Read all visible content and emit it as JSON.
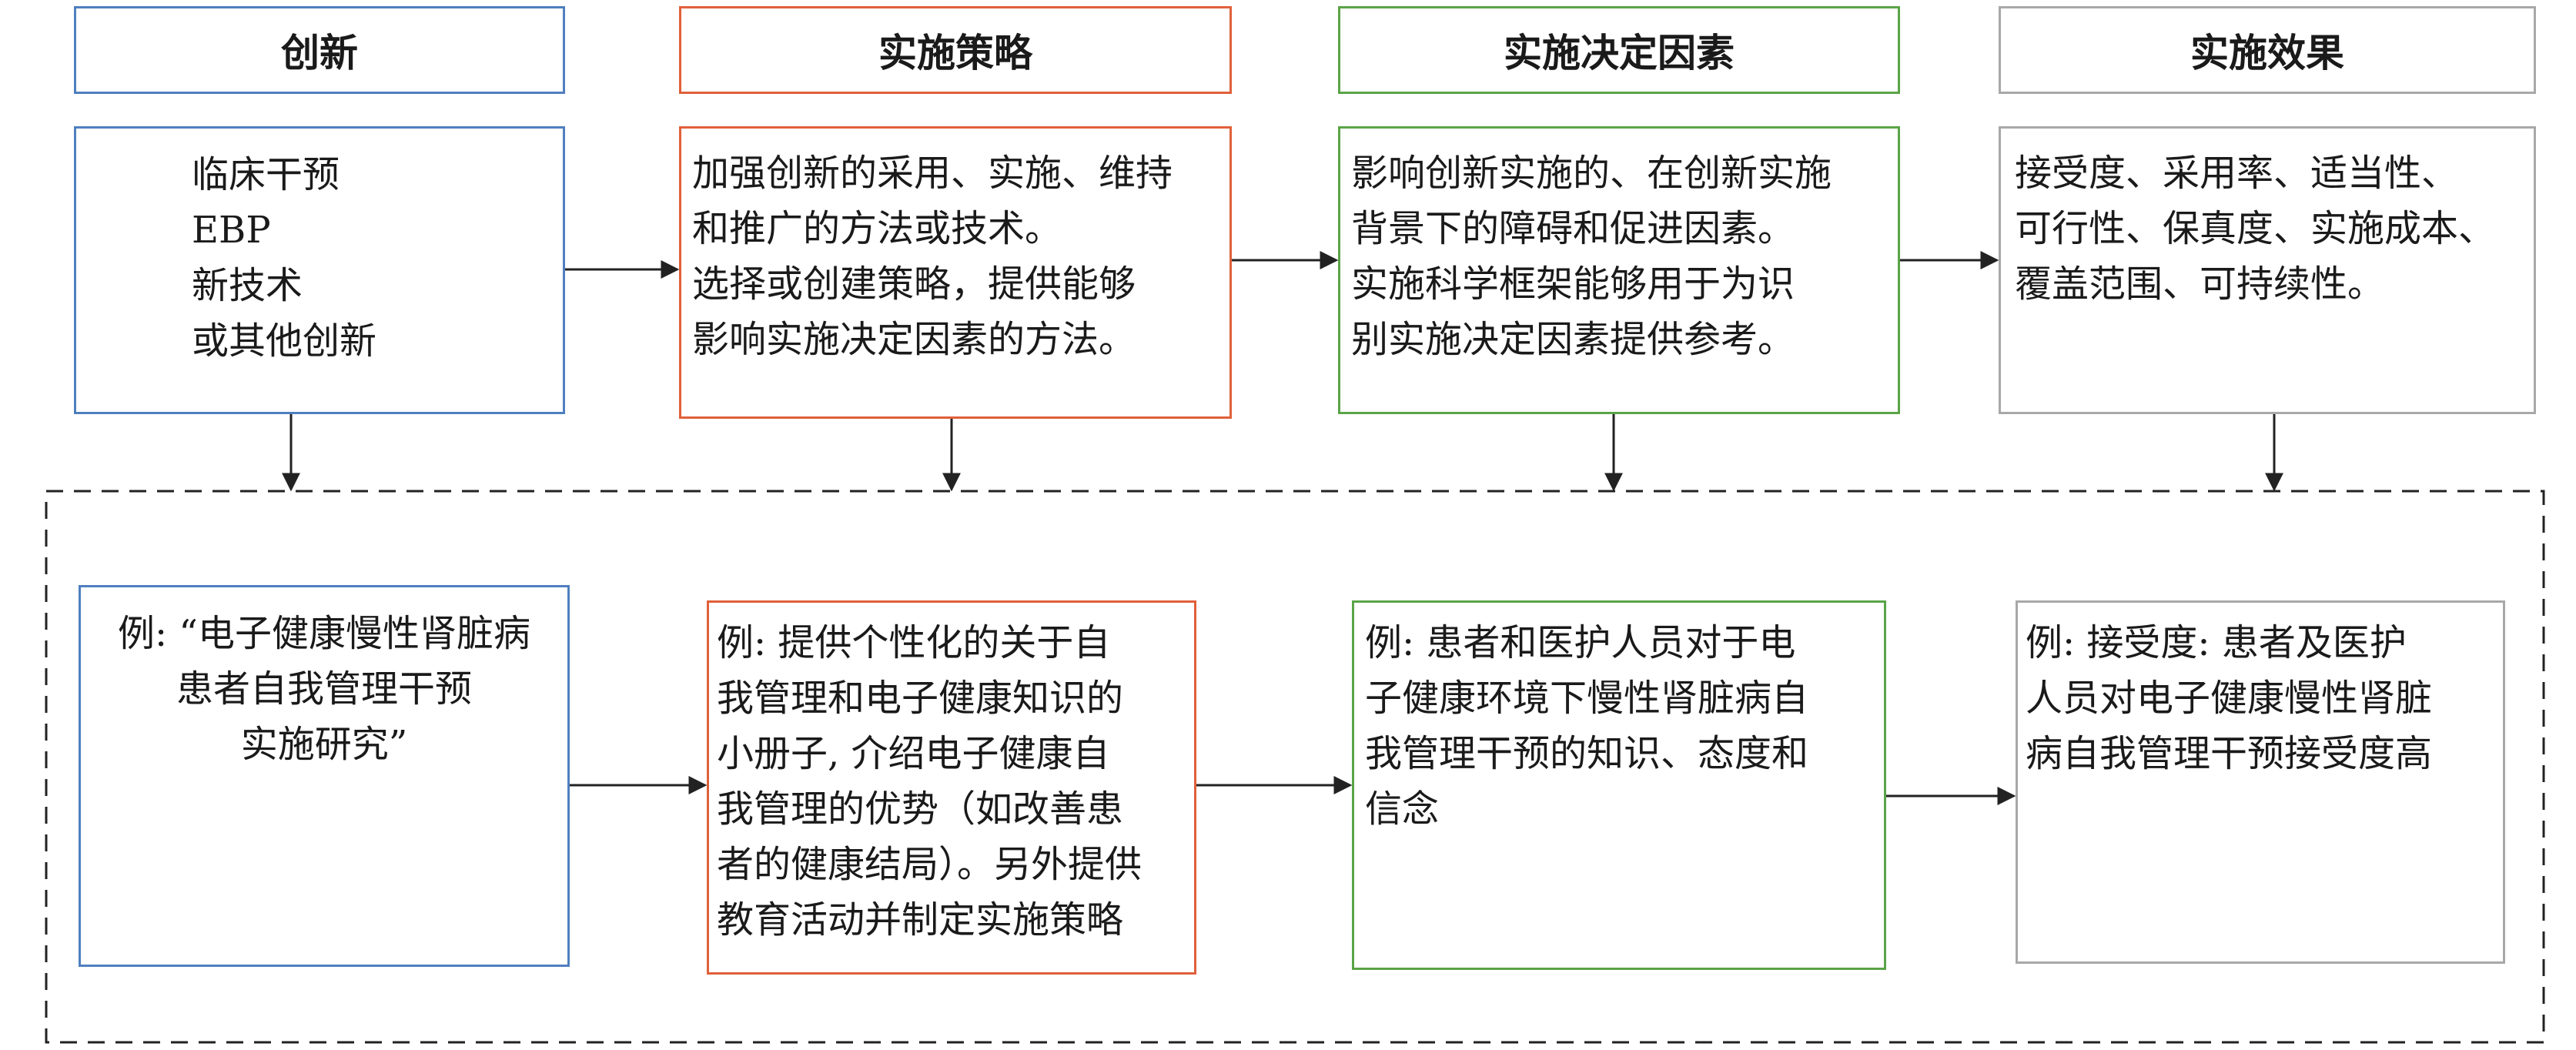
{
  "headers": [
    "创新",
    "实施策略",
    "实施决定因素",
    "实施效果"
  ],
  "definitions": {
    "innovation": [
      "临床干预",
      "EBP",
      "新技术",
      "或其他创新"
    ],
    "strategy": [
      "加强创新的采用、实施、维持",
      "和推广的方法或技术。",
      "选择或创建策略，提供能够",
      "影响实施决定因素的方法。"
    ],
    "determinants": [
      "影响创新实施的、在创新实施",
      "背景下的障碍和促进因素。",
      "实施科学框架能够用于为识",
      "别实施决定因素提供参考。"
    ],
    "outcomes": [
      "接受度、采用率、适当性、",
      "可行性、保真度、实施成本、",
      "覆盖范围、可持续性。"
    ]
  },
  "examples": {
    "innovation": [
      "例: “电子健康慢性肾脏病",
      "患者自我管理干预",
      "实施研究”"
    ],
    "strategy": [
      "例: 提供个性化的关于自",
      "我管理和电子健康知识的",
      "小册子, 介绍电子健康自",
      "我管理的优势（如改善患",
      "者的健康结局）。另外提供",
      "教育活动并制定实施策略"
    ],
    "determinants": [
      "例: 患者和医护人员对于电",
      "子健康环境下慢性肾脏病自",
      "我管理干预的知识、态度和",
      "信念"
    ],
    "outcomes": [
      "例: 接受度: 患者及医护",
      "人员对电子健康慢性肾脏",
      "病自我管理干预接受度高"
    ]
  }
}
